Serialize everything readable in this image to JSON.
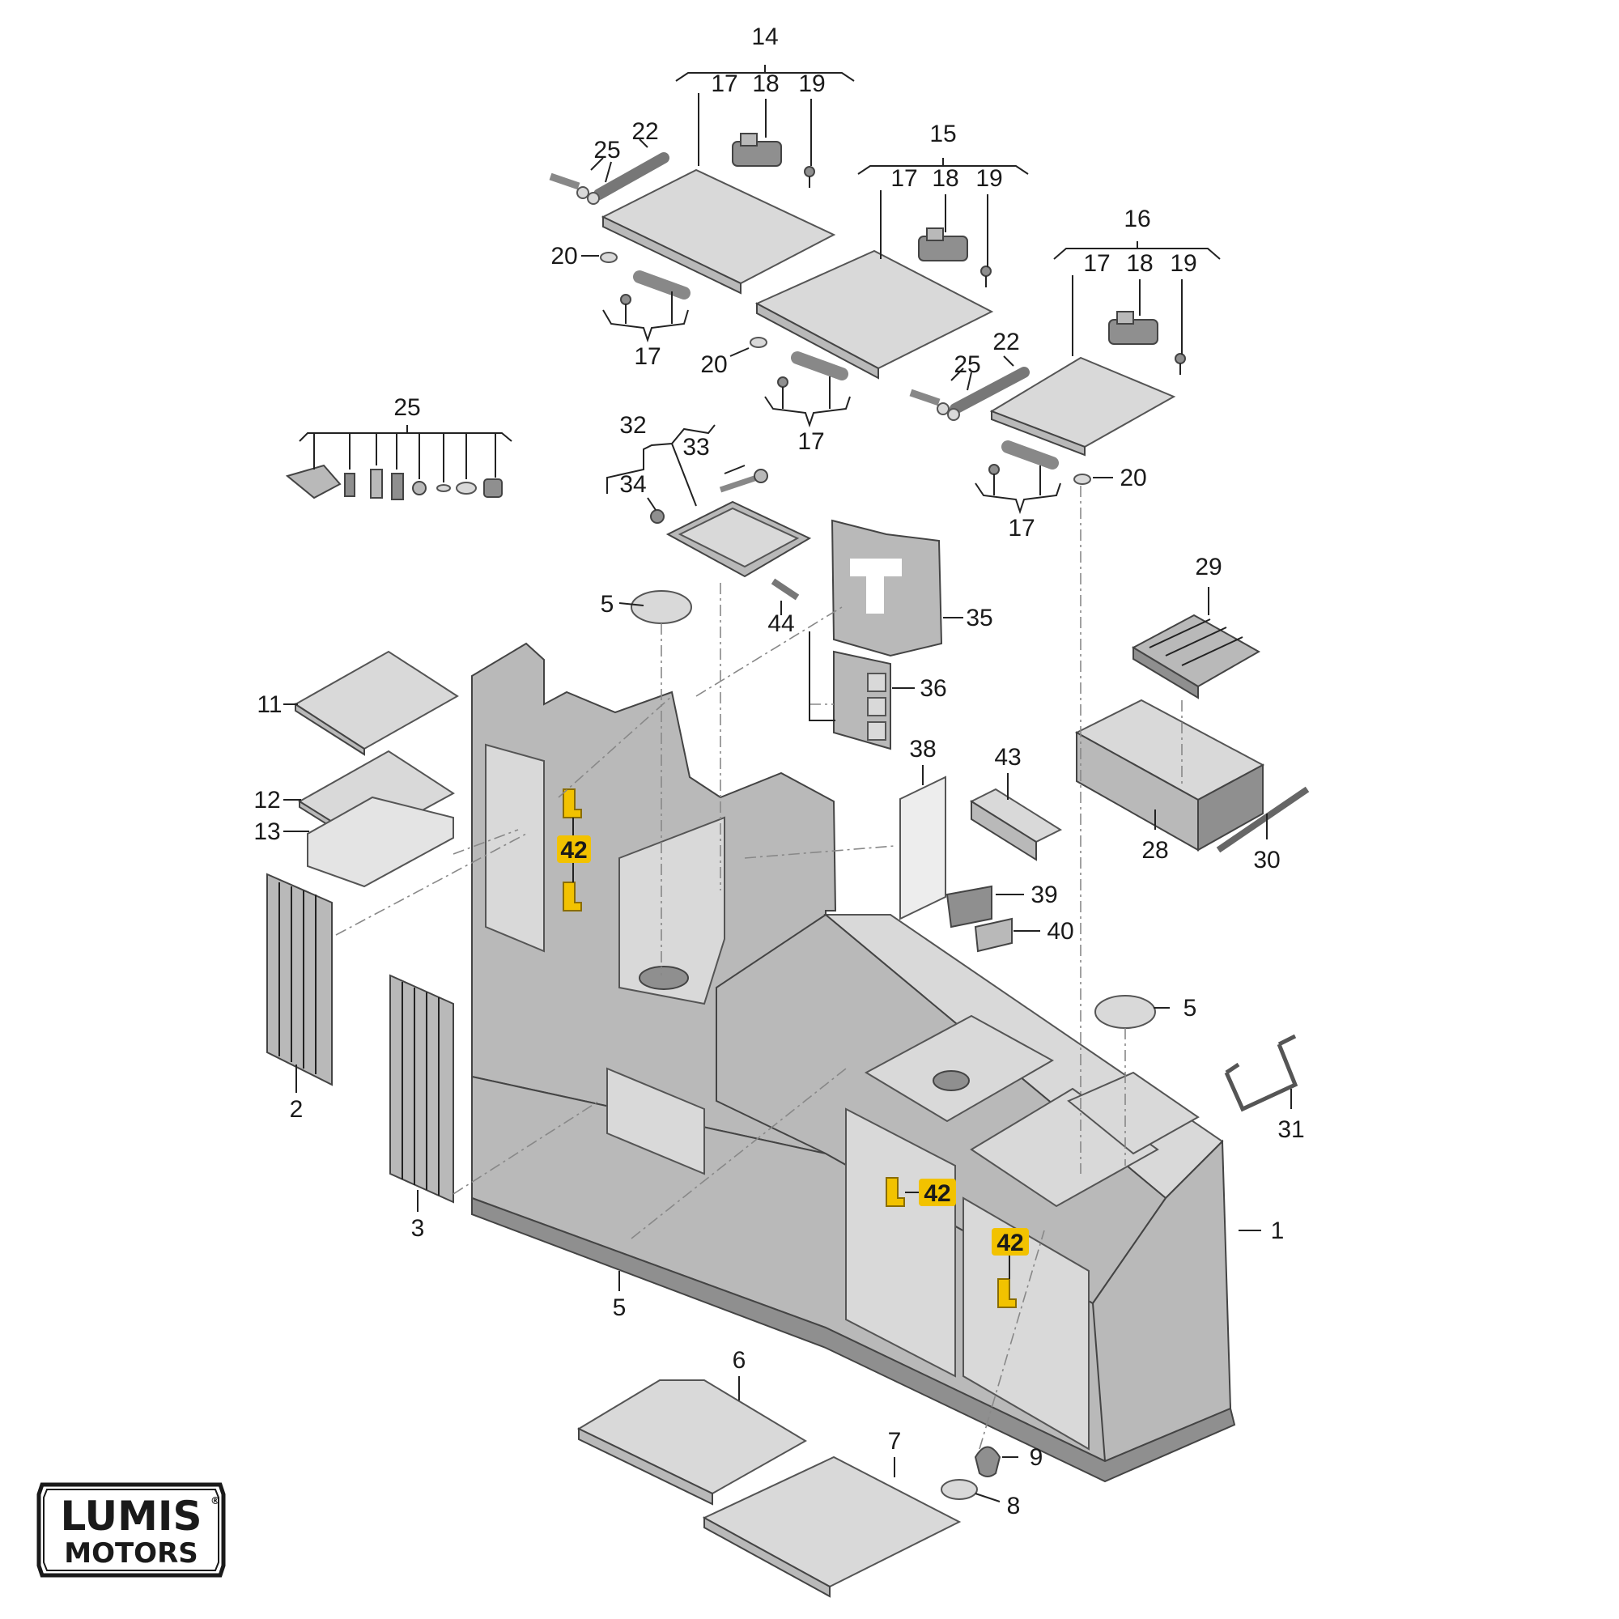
{
  "logo": {
    "line1": "LUMIS",
    "line2": "MOTORS",
    "mark": "®"
  },
  "callouts": {
    "c1": "1",
    "c2": "2",
    "c3": "3",
    "c5a": "5",
    "c5b": "5",
    "c5c": "5",
    "c6": "6",
    "c7": "7",
    "c8": "8",
    "c9": "9",
    "c11": "11",
    "c12": "12",
    "c13": "13",
    "c14": "14",
    "c14_17": "17",
    "c14_18": "18",
    "c14_19": "19",
    "c15": "15",
    "c15_17": "17",
    "c15_18": "18",
    "c15_19": "19",
    "c16": "16",
    "c16_17": "17",
    "c16_18": "18",
    "c16_19": "19",
    "c17a": "17",
    "c17b": "17",
    "c17c": "17",
    "c20a": "20",
    "c20b": "20",
    "c20c": "20",
    "c22a": "22",
    "c22b": "22",
    "c25a": "25",
    "c25b": "25",
    "c25c": "25",
    "c28": "28",
    "c29": "29",
    "c30": "30",
    "c31": "31",
    "c32": "32",
    "c33": "33",
    "c34": "34",
    "c35": "35",
    "c36": "36",
    "c38": "38",
    "c39": "39",
    "c40": "40",
    "c43": "43",
    "c44": "44",
    "c42a": "42",
    "c42b": "42",
    "c42c": "42"
  },
  "colors": {
    "highlight": "#f2c200",
    "part": "#b9b9b9",
    "line": "#222222"
  }
}
